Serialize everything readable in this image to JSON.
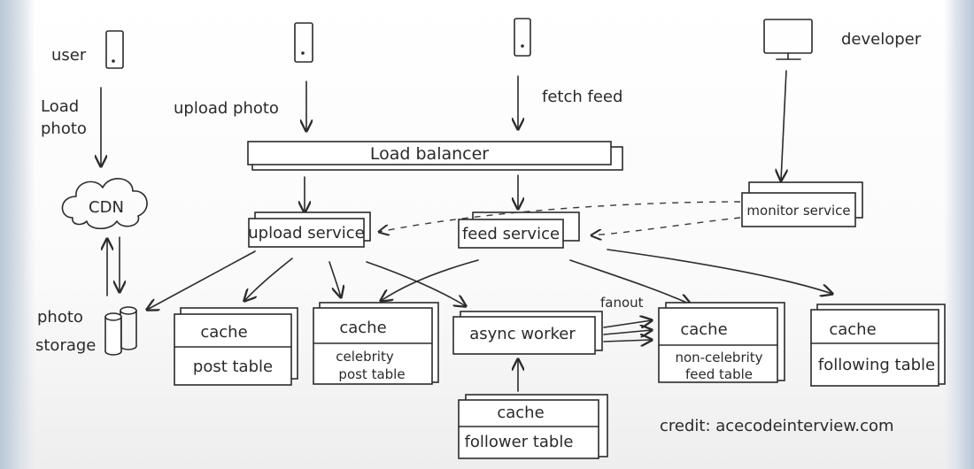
{
  "labels": {
    "user": "user",
    "developer": "developer",
    "load_photo_1": "Load",
    "load_photo_2": "photo",
    "upload_photo": "upload photo",
    "fetch_feed": "fetch feed",
    "load_balancer": "Load balancer",
    "cdn": "CDN",
    "monitor_service": "monitor service",
    "upload_service": "upload service",
    "feed_service": "feed service",
    "photo_storage_1": "photo",
    "photo_storage_2": "storage",
    "fanout": "fanout",
    "credit": "credit: acecodeinterview.com"
  },
  "tables": {
    "post": {
      "top": "cache",
      "bottom": "post table"
    },
    "celebrity_post": {
      "top": "cache",
      "bottom_1": "celebrity",
      "bottom_2": "post table"
    },
    "async_worker": {
      "label": "async worker"
    },
    "non_celebrity_feed": {
      "top": "cache",
      "bottom_1": "non-celebrity",
      "bottom_2": "feed table"
    },
    "following": {
      "top": "cache",
      "bottom": "following table"
    },
    "follower": {
      "top": "cache",
      "bottom": "follower table"
    }
  }
}
